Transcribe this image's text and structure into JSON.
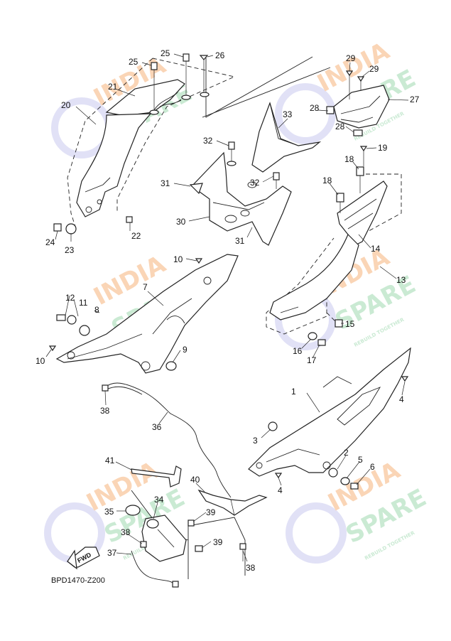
{
  "diagram_code": "BPD1470-Z200",
  "fwd_label": "FWD",
  "watermark": {
    "line1": "INDIA",
    "line2": "SPARE",
    "tagline": "REBUILD TOGETHER",
    "color_orange": "#f6b27a",
    "color_green": "#9fd9b0",
    "color_blue": "#c9c9ee"
  },
  "callouts": [
    {
      "id": "c1",
      "label": "1"
    },
    {
      "id": "c2",
      "label": "2"
    },
    {
      "id": "c3",
      "label": "3"
    },
    {
      "id": "c4a",
      "label": "4"
    },
    {
      "id": "c4b",
      "label": "4"
    },
    {
      "id": "c5",
      "label": "5"
    },
    {
      "id": "c6",
      "label": "6"
    },
    {
      "id": "c7",
      "label": "7"
    },
    {
      "id": "c8",
      "label": "8"
    },
    {
      "id": "c9",
      "label": "9"
    },
    {
      "id": "c10a",
      "label": "10"
    },
    {
      "id": "c10b",
      "label": "10"
    },
    {
      "id": "c11",
      "label": "11"
    },
    {
      "id": "c12",
      "label": "12"
    },
    {
      "id": "c13",
      "label": "13"
    },
    {
      "id": "c14",
      "label": "14"
    },
    {
      "id": "c15",
      "label": "15"
    },
    {
      "id": "c16",
      "label": "16"
    },
    {
      "id": "c17",
      "label": "17"
    },
    {
      "id": "c18a",
      "label": "18"
    },
    {
      "id": "c18b",
      "label": "18"
    },
    {
      "id": "c19",
      "label": "19"
    },
    {
      "id": "c20",
      "label": "20"
    },
    {
      "id": "c21",
      "label": "21"
    },
    {
      "id": "c22",
      "label": "22"
    },
    {
      "id": "c23",
      "label": "23"
    },
    {
      "id": "c24",
      "label": "24"
    },
    {
      "id": "c25a",
      "label": "25"
    },
    {
      "id": "c25b",
      "label": "25"
    },
    {
      "id": "c26",
      "label": "26"
    },
    {
      "id": "c27",
      "label": "27"
    },
    {
      "id": "c28a",
      "label": "28"
    },
    {
      "id": "c28b",
      "label": "28"
    },
    {
      "id": "c29a",
      "label": "29"
    },
    {
      "id": "c29b",
      "label": "29"
    },
    {
      "id": "c30",
      "label": "30"
    },
    {
      "id": "c31a",
      "label": "31"
    },
    {
      "id": "c31b",
      "label": "31"
    },
    {
      "id": "c32a",
      "label": "32"
    },
    {
      "id": "c32b",
      "label": "32"
    },
    {
      "id": "c33",
      "label": "33"
    },
    {
      "id": "c34",
      "label": "34"
    },
    {
      "id": "c35",
      "label": "35"
    },
    {
      "id": "c36",
      "label": "36"
    },
    {
      "id": "c37",
      "label": "37"
    },
    {
      "id": "c38a",
      "label": "38"
    },
    {
      "id": "c38b",
      "label": "38"
    },
    {
      "id": "c38c",
      "label": "38"
    },
    {
      "id": "c39a",
      "label": "39"
    },
    {
      "id": "c39b",
      "label": "39"
    },
    {
      "id": "c40",
      "label": "40"
    },
    {
      "id": "c41",
      "label": "41"
    }
  ]
}
